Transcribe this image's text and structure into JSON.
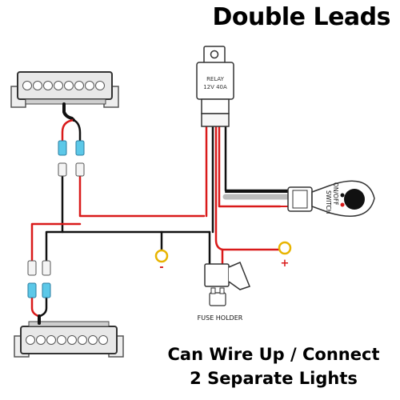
{
  "title": "Double Leads",
  "caption": {
    "line1": "Can Wire Up / Connect",
    "line2": "2 Separate Lights"
  },
  "labels": {
    "relay_line1": "RELAY",
    "relay_line2": "12V 40A",
    "switch_line1": "ON/OFF",
    "switch_line2": "SWITCH",
    "fuse_holder": "FUSE HOLDER",
    "negative": "-",
    "positive": "+"
  },
  "colors": {
    "positive_wire": "#d91a1a",
    "negative_wire": "#111111",
    "terminal_ring": "#e8b400",
    "connector_blue": "#5cc8e8"
  }
}
